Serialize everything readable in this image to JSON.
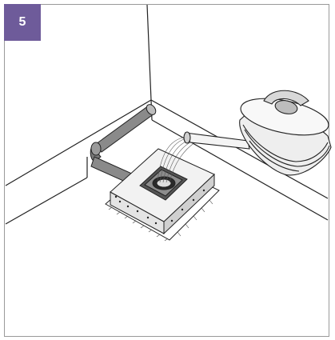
{
  "step": {
    "number": "5",
    "badge_color": "#6e5b9a"
  },
  "illustration": {
    "objects": [
      "room-corner",
      "floor-drain",
      "drain-pipe",
      "watering-can",
      "water-stream"
    ],
    "line_color": "#222222",
    "pipe_color": "#8a8a8a",
    "can_color": "#eeeeee"
  }
}
